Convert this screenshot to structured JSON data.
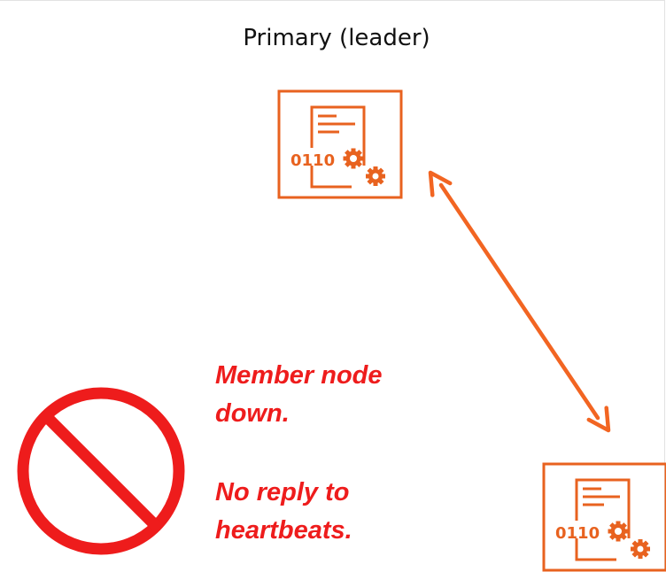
{
  "diagram": {
    "leader_label": "Primary (leader)",
    "node_icon": {
      "name": "server-node-icon",
      "binary_text": "0110",
      "color": "#E8621F"
    },
    "link": {
      "icon": "double-headed-arrow",
      "color": "#F26522"
    },
    "prohibit_icon": {
      "name": "prohibited-icon",
      "color": "#EE1C1C"
    },
    "status_lines": [
      "Member node",
      "down.",
      "No reply to",
      "heartbeats."
    ],
    "status_color": "#EE1C1C"
  }
}
